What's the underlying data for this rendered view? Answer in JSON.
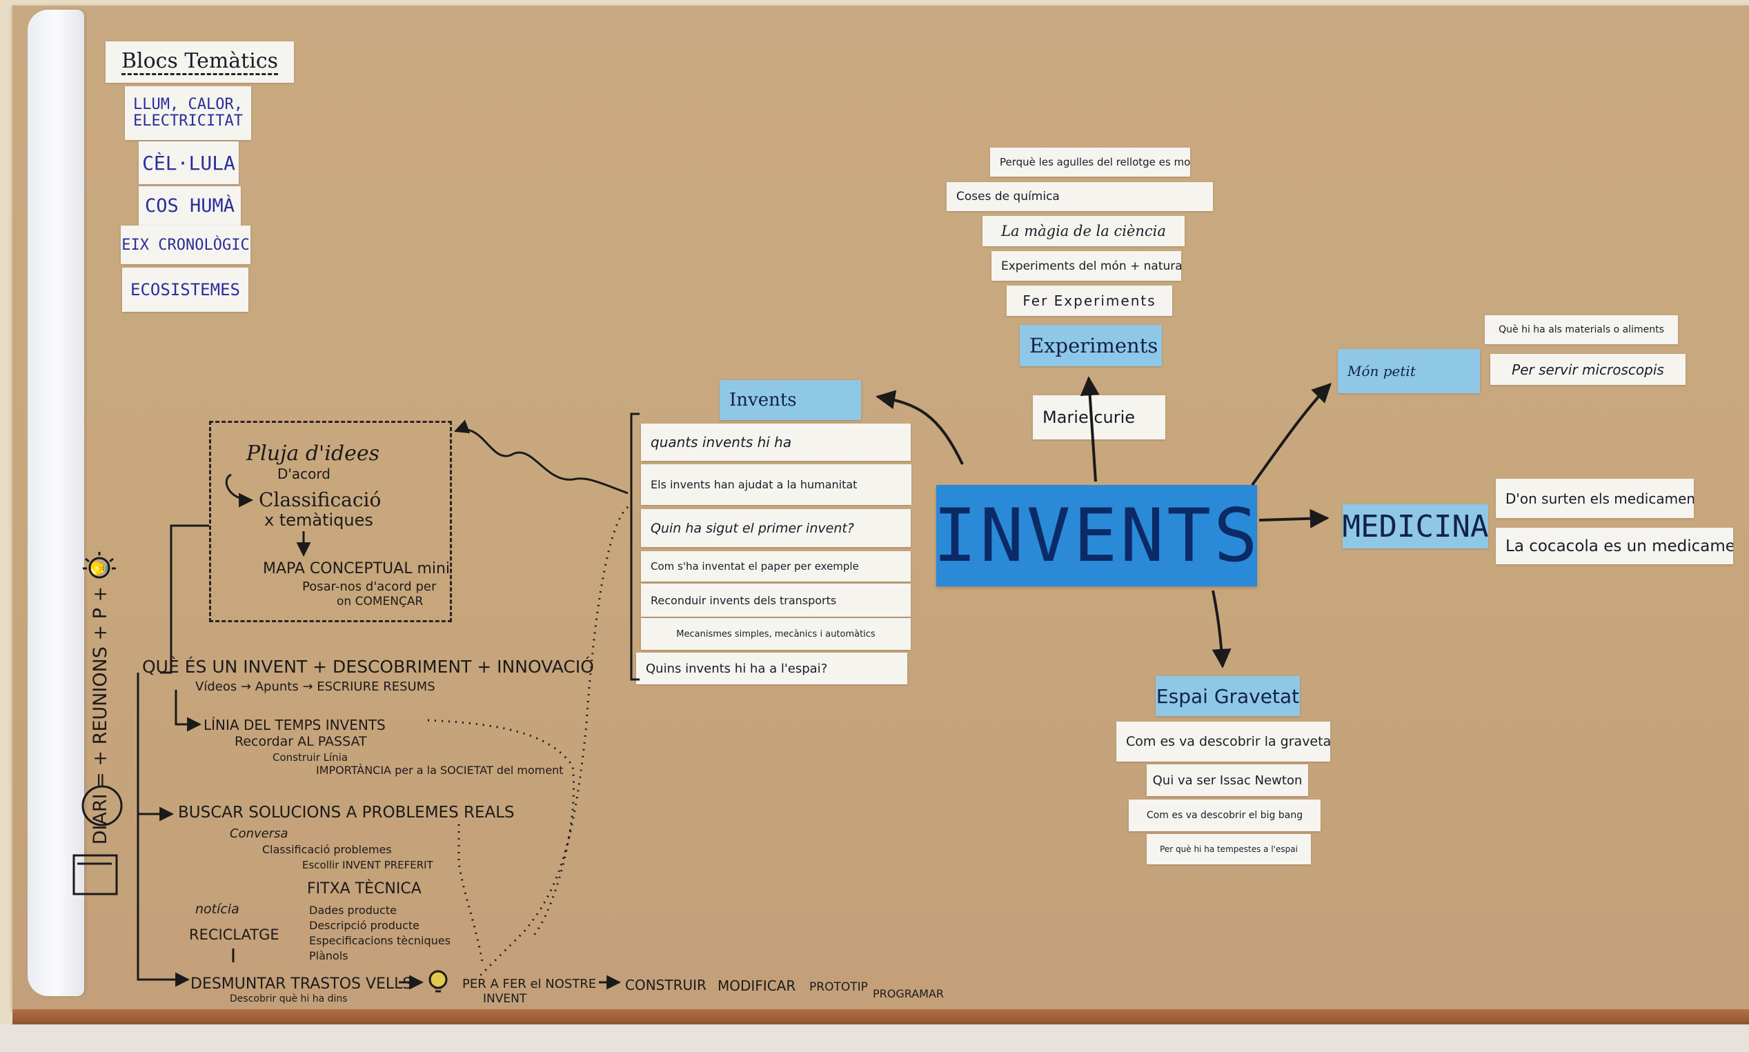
{
  "title_card": "Blocs Temàtics",
  "blocs": [
    "LLUM, CALOR, ELECTRICITAT",
    "CÈL·LULA",
    "COS HUMÀ",
    "EIX CRONOLÒGIC",
    "ECOSISTEMES"
  ],
  "center": "INVENTS",
  "experiments": {
    "header": "Experiments",
    "items": [
      "Perquè les agulles del rellotge es mouen soles",
      "Coses de química",
      "La màgia de la ciència",
      "Experiments del món + naturals",
      "Fer Experiments"
    ],
    "marie": "Marie curie"
  },
  "mon_petit": {
    "header": "Món petit",
    "items": [
      "Què hi ha als materials o aliments",
      "Per servir microscopis"
    ]
  },
  "medicina": {
    "header": "MEDICINA",
    "items": [
      "D'on surten els medicaments",
      "La cocacola es un medicament?"
    ]
  },
  "gravetat": {
    "header": "Espai Gravetat",
    "items": [
      "Com es va descobrir la gravetat",
      "Qui va ser Issac Newton",
      "Com es va descobrir el big bang",
      "Per què hi ha tempestes a l'espai"
    ]
  },
  "invents_branch": {
    "header": "Invents",
    "items": [
      "quants invents hi ha",
      "Els invents han ajudat a la humanitat",
      "Quin ha sigut el primer invent?",
      "Com s'ha inventat el paper per exemple",
      "Reconduir invents dels transports",
      "Mecanismes simples, mecànics i automàtics",
      "Quins invents hi ha a l'espai?"
    ]
  },
  "process": {
    "pluja": "Pluja d'idees",
    "dacord": "D'acord",
    "classificacio": "Classificació",
    "x_tematiques": "x temàtiques",
    "mapa": "MAPA CONCEPTUAL mini",
    "posar": "Posar-nos d'acord per",
    "comencar": "on COMENÇAR",
    "que_es": "QUÈ ÉS UN INVENT + DESCOBRIMENT + INNOVACIÓ",
    "videos": "Vídeos → Apunts → ESCRIURE RESUMS",
    "linia": "LÍNIA DEL TEMPS INVENTS",
    "recordar": "Recordar AL PASSAT",
    "construir_linia": "Construir Línia",
    "importancia": "IMPORTÀNCIA per a la SOCIETAT del moment",
    "buscar": "BUSCAR SOLUCIONS A PROBLEMES REALS",
    "conversa": "Conversa",
    "classificacio_problemes": "Classificació problemes",
    "escollir": "Escollir INVENT PREFERIT",
    "fitxa": "FITXA TÈCNICA",
    "dades": "Dades producte",
    "descripcio": "Descripció producte",
    "especificacions": "Especificacions tècniques",
    "planols": "Plànols",
    "noticia": "notícia",
    "reciclatge": "RECICLATGE",
    "desmuntar": "DESMUNTAR TRASTOS VELLS",
    "descobrir": "Descobrir què hi ha dins",
    "per_fer": "PER A FER el NOSTRE",
    "invent": "INVENT",
    "construir": "CONSTRUIR",
    "modificar": "MODIFICAR",
    "prototip": "PROTOTIP",
    "programar": "PROGRAMAR",
    "vertical": "DIARI = + REUNIONS + P + 💡"
  }
}
